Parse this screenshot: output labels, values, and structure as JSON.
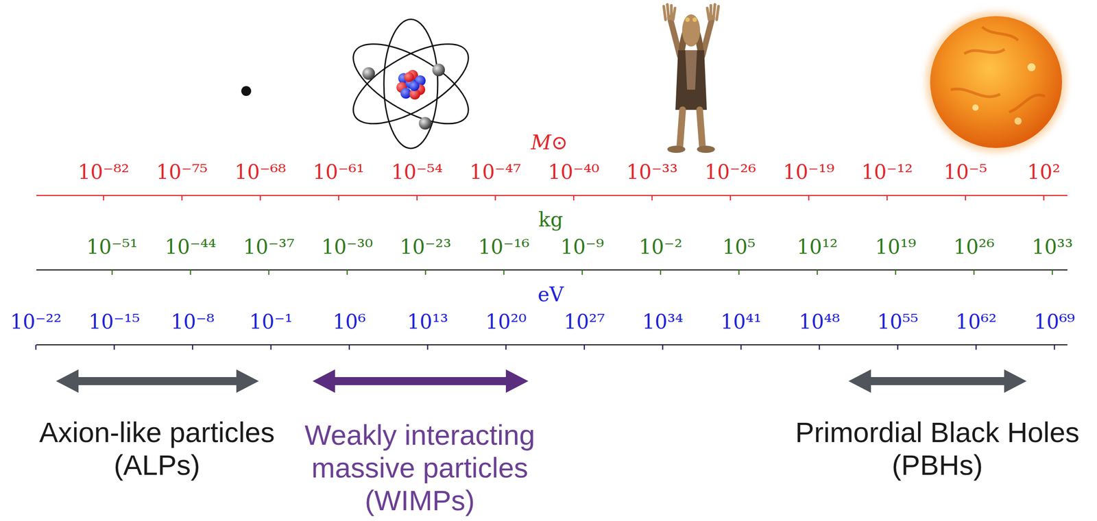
{
  "diagram": {
    "labels": [
      "M⊙",
      "10⁻⁸²",
      "10⁻⁷⁵",
      "10⁻⁶⁸",
      "10⁻⁶¹",
      "10⁻⁵⁴",
      "10⁻⁴⁷",
      "10⁻⁴⁰",
      "10⁻³³",
      "10⁻²⁶",
      "10⁻¹⁹",
      "10⁻¹²",
      "10⁻⁵",
      "10²",
      "kg",
      "10⁻⁵¹",
      "10⁻⁴⁴",
      "10⁻³⁷",
      "10⁻³⁰",
      "10⁻²³",
      "10⁻¹⁶",
      "10⁻⁹",
      "10⁻²",
      "10⁵",
      "10¹²",
      "10¹⁹",
      "10²⁶",
      "10³³",
      "eV",
      "10⁻²²",
      "10⁻¹⁵",
      "10⁻⁸",
      "10⁻¹",
      "10⁶",
      "10¹³",
      "10²⁰",
      "10²⁷",
      "10³⁴",
      "10⁴¹",
      "10⁴⁸",
      "10⁵⁵",
      "10⁶²",
      "10⁶⁹",
      "Axion-like particles (ALPs)",
      "Weakly interacting massive particles (WIMPs)",
      "Primordial Black Holes (PBHs)"
    ]
  }
}
